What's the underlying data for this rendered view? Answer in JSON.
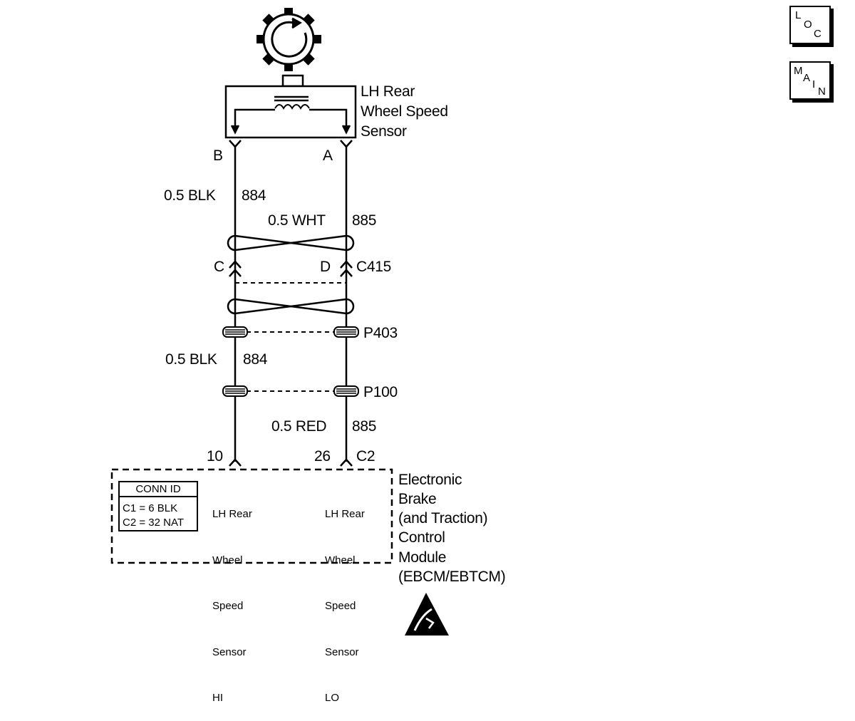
{
  "nav": {
    "loc": {
      "letters": [
        "L",
        "O",
        "C"
      ]
    },
    "main": {
      "letters": [
        "M",
        "A",
        "I",
        "N"
      ]
    }
  },
  "sensor": {
    "title_lines": [
      "LH Rear",
      "Wheel Speed",
      "Sensor"
    ],
    "pin_left": "B",
    "pin_right": "A"
  },
  "wires_upper": {
    "left": {
      "gauge_color": "0.5 BLK",
      "circuit": "884"
    },
    "right": {
      "gauge_color": "0.5 WHT",
      "circuit": "885"
    }
  },
  "connector_c415": {
    "pin_left": "C",
    "pin_right": "D",
    "name": "C415"
  },
  "pass_throughs": {
    "upper": "P403",
    "lower": "P100"
  },
  "wires_lower": {
    "left": {
      "gauge_color": "0.5 BLK",
      "circuit": "884"
    },
    "right": {
      "gauge_color": "0.5 RED",
      "circuit": "885"
    }
  },
  "module_connector": {
    "pin_left": "10",
    "pin_right": "26",
    "name": "C2"
  },
  "module": {
    "title_lines": [
      "Electronic",
      "Brake",
      "(and Traction)",
      "Control",
      "Module",
      "(EBCM/EBTCM)"
    ],
    "conn_id": {
      "title": "CONN ID",
      "lines": [
        "C1 = 6 BLK",
        "C2 = 32 NAT"
      ]
    },
    "input_hi_lines": [
      "LH Rear",
      "Wheel",
      "Speed",
      "Sensor",
      "HI"
    ],
    "input_lo_lines": [
      "LH Rear",
      "Wheel",
      "Speed",
      "Sensor",
      "LO"
    ]
  },
  "esd_icon": "electrostatic-discharge-warning-icon"
}
